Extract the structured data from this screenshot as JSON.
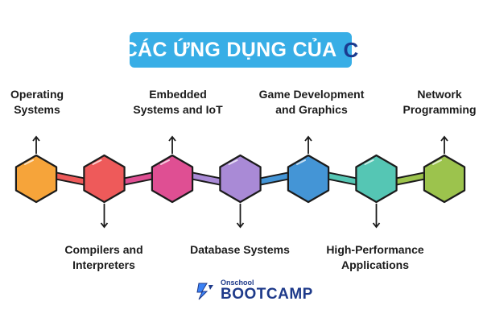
{
  "title": {
    "text": "CÁC ỨNG DỤNG CỦA",
    "highlight": "C"
  },
  "nodes": [
    {
      "label": "Operating\nSystems",
      "color": "#f6a43a"
    },
    {
      "label": "Compilers and\nInterpreters",
      "color": "#ee5a5a"
    },
    {
      "label": "Embedded\nSystems and IoT",
      "color": "#df4f93"
    },
    {
      "label": "Database Systems",
      "color": "#a98ad6"
    },
    {
      "label": "Game Development\nand Graphics",
      "color": "#4495d6"
    },
    {
      "label": "High-Performance\nApplications",
      "color": "#55c6b4"
    },
    {
      "label": "Network\nProgramming",
      "color": "#9cc34d"
    }
  ],
  "logo": {
    "small": "Onschool",
    "big": "BOOTCAMP"
  }
}
